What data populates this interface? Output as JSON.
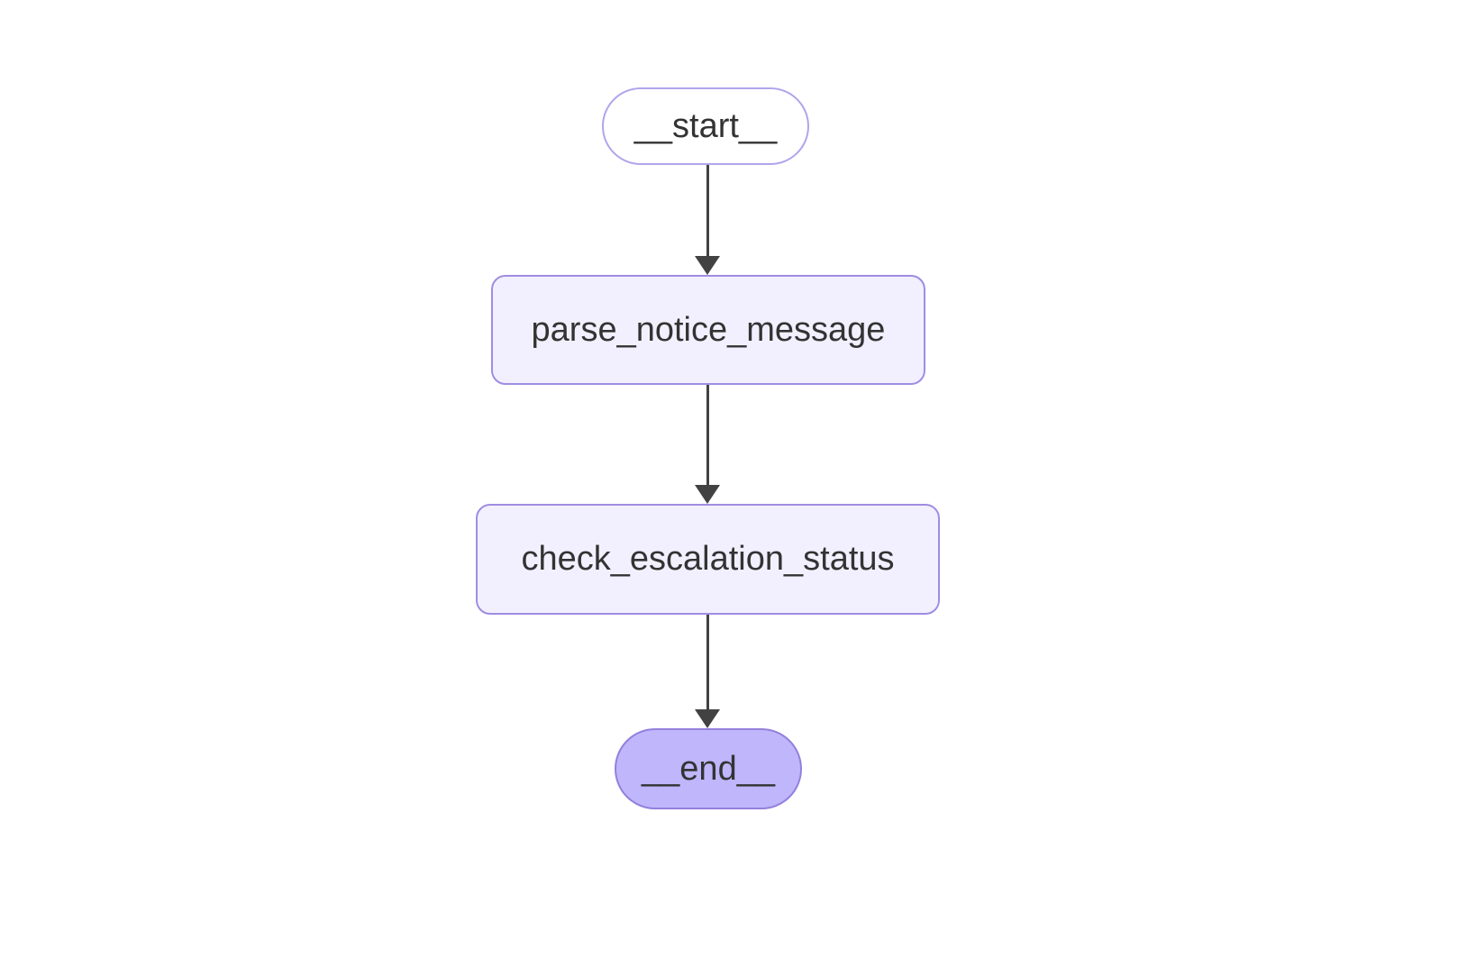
{
  "diagram": {
    "type": "flowchart",
    "direction": "top-down",
    "nodes": [
      {
        "id": "__start__",
        "label": "__start__",
        "shape": "stadium"
      },
      {
        "id": "parse_notice_message",
        "label": "parse_notice_message",
        "shape": "rect"
      },
      {
        "id": "check_escalation_status",
        "label": "check_escalation_status",
        "shape": "rect"
      },
      {
        "id": "__end__",
        "label": "__end__",
        "shape": "stadium"
      }
    ],
    "edges": [
      {
        "from": "__start__",
        "to": "parse_notice_message",
        "style": "solid-arrow"
      },
      {
        "from": "parse_notice_message",
        "to": "check_escalation_status",
        "style": "solid-arrow"
      },
      {
        "from": "check_escalation_status",
        "to": "__end__",
        "style": "solid-arrow"
      }
    ],
    "colors": {
      "background": "#ffffff",
      "node_fill": "#f2f0ff",
      "node_border": "#a08de2",
      "start_fill": "#ffffff",
      "start_border": "#b3a4ec",
      "end_fill": "#bfb6fc",
      "end_border": "#9480dc",
      "edge": "#424242",
      "text": "#333333"
    }
  }
}
